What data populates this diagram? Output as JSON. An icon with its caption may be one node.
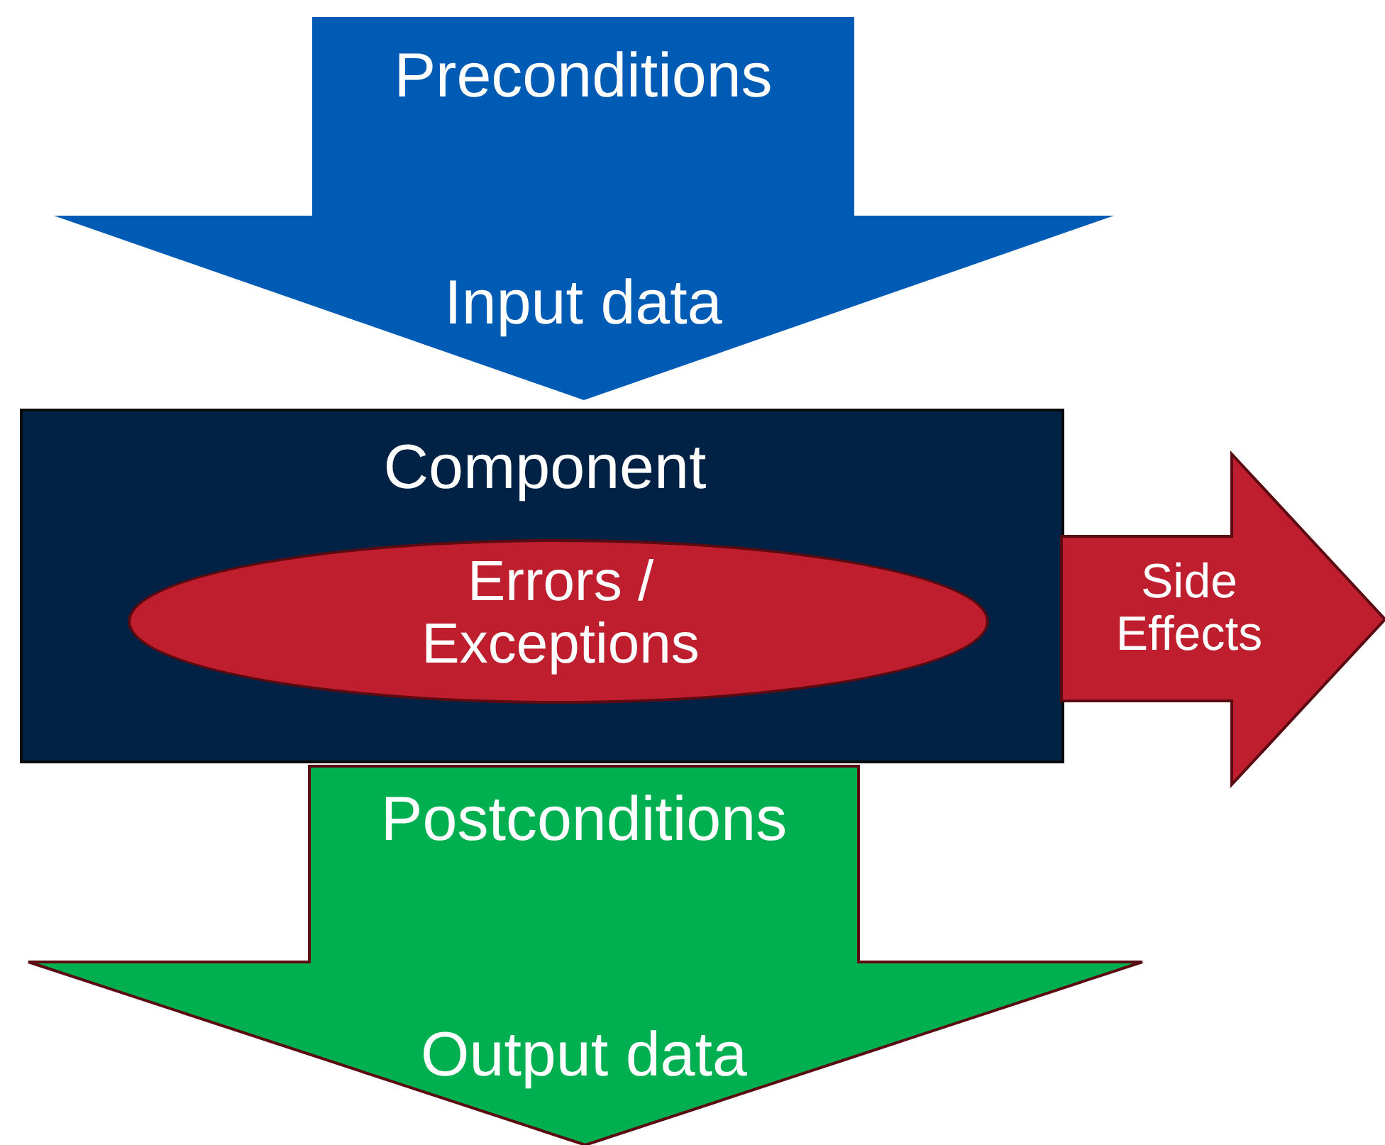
{
  "diagram": {
    "nodes": [
      {
        "text": [
          "Preconditions",
          "Input data"
        ]
      },
      {
        "text": [
          "Component"
        ]
      },
      {
        "text": [
          "Errors / Exceptions"
        ],
        "in": 1
      },
      {
        "text": [
          "Side Effects"
        ]
      },
      {
        "text": [
          "Postconditions",
          "Output data"
        ]
      }
    ],
    "edges": []
  }
}
